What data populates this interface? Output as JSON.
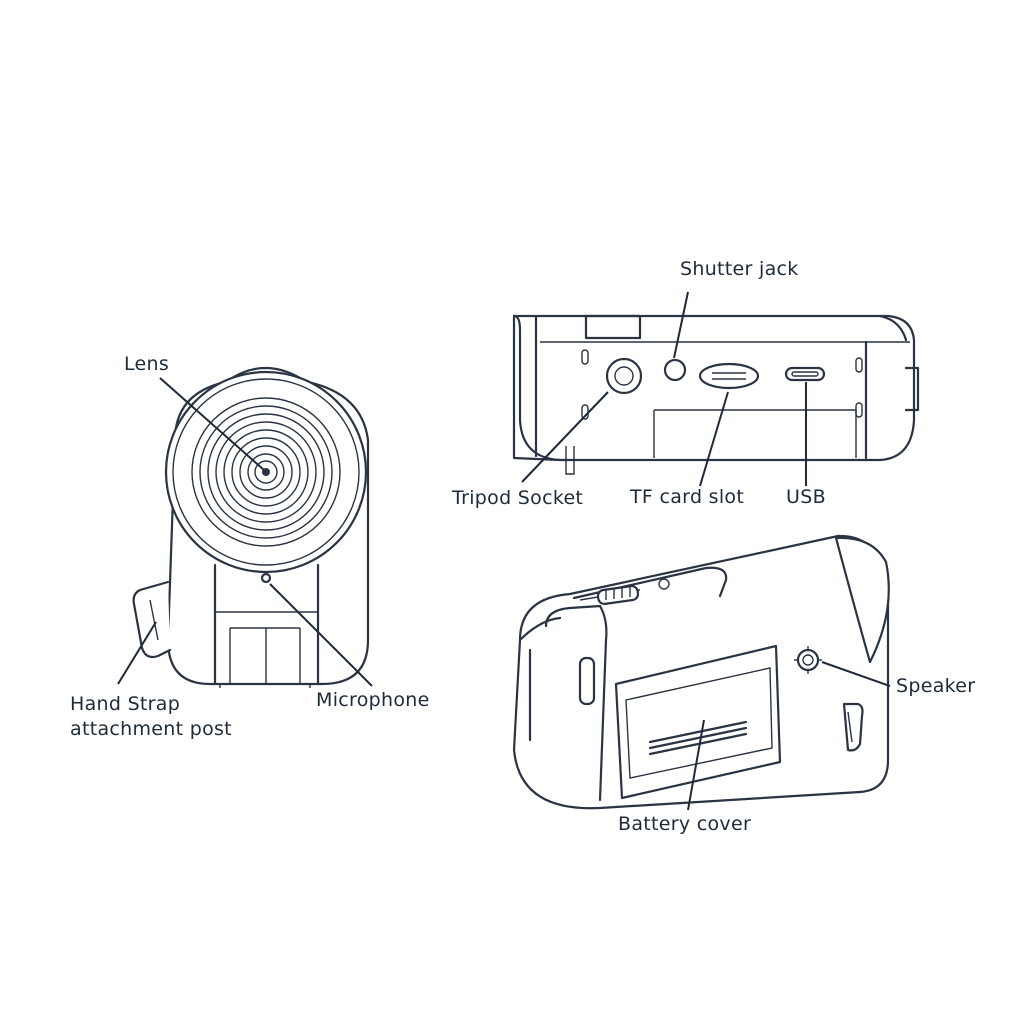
{
  "labels": {
    "lens": "Lens",
    "hand_strap_line1": "Hand Strap",
    "hand_strap_line2": "attachment post",
    "microphone": "Microphone",
    "shutter_jack": "Shutter jack",
    "tripod_socket": "Tripod Socket",
    "tf_card_slot": "TF card slot",
    "usb": "USB",
    "speaker": "Speaker",
    "battery_cover": "Battery cover"
  }
}
